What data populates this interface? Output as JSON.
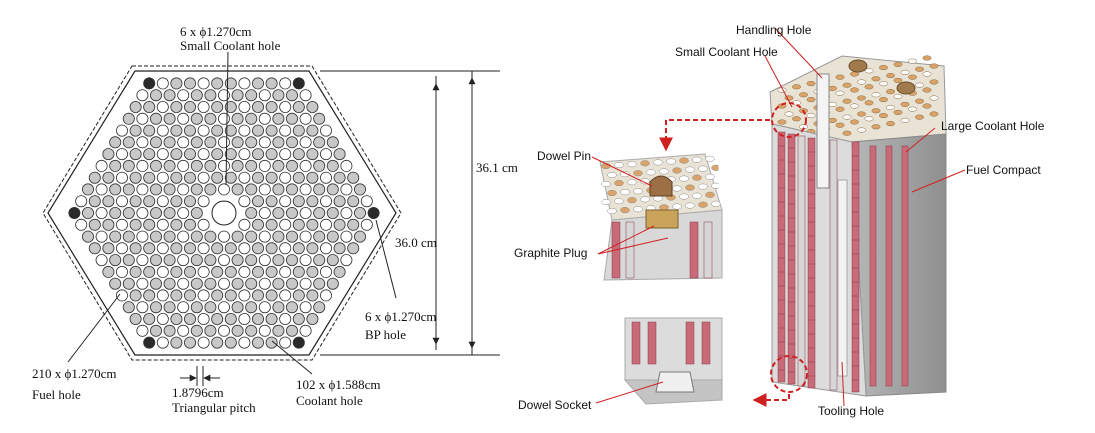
{
  "plan_view": {
    "small_coolant": {
      "count": "6 x ϕ1.270cm",
      "name": "Small Coolant hole"
    },
    "width_outer": "36.1 cm",
    "width_inner": "36.0 cm",
    "bp_hole": {
      "count": "6 x ϕ1.270cm",
      "name": "BP hole"
    },
    "fuel_hole": {
      "count": "210 x ϕ1.270cm",
      "name": "Fuel hole"
    },
    "pitch": {
      "value": "1.8796cm",
      "name": "Triangular pitch"
    },
    "coolant_hole": {
      "count": "102 x ϕ1.588cm",
      "name": "Coolant hole"
    }
  },
  "cutaway_view": {
    "labels": {
      "handling_hole": "Handling Hole",
      "small_coolant_hole": "Small Coolant Hole",
      "large_coolant_hole": "Large Coolant Hole",
      "fuel_compact": "Fuel Compact",
      "dowel_pin": "Dowel Pin",
      "graphite_plug": "Graphite Plug",
      "dowel_socket": "Dowel  Socket",
      "tooling_hole": "Tooling Hole"
    }
  },
  "colors": {
    "fuel_hole": "#c8c8c8",
    "coolant_hole": "#ffffff",
    "bp_hole": "#2a2a2a",
    "fuel_compact": "#c86a78",
    "graphite": "#d6d6d6",
    "cap_orange": "#d9a36a",
    "callout_red": "#d02020"
  }
}
